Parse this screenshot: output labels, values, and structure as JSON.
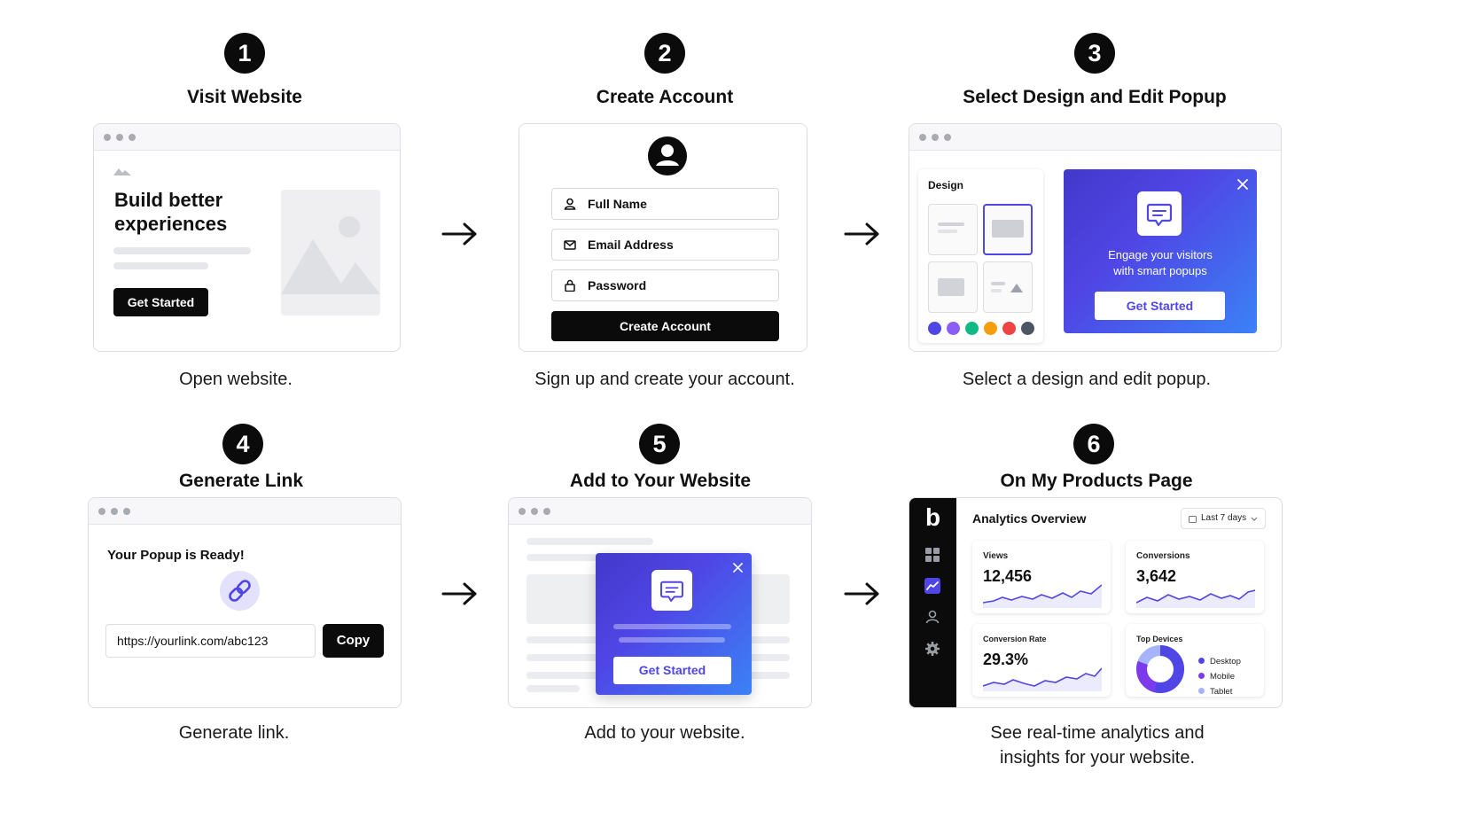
{
  "steps": [
    {
      "number": "1",
      "title": "Visit Website",
      "caption": "Open website."
    },
    {
      "number": "2",
      "title": "Create Account",
      "caption": "Sign up and create your account."
    },
    {
      "number": "3",
      "title": "Select Design and Edit Popup",
      "caption": "Select a design and edit popup."
    },
    {
      "number": "4",
      "title": "Generate Link",
      "caption": "Generate link."
    },
    {
      "number": "5",
      "title": "Add to Your Website",
      "caption": "Add to your website."
    },
    {
      "number": "6",
      "title": "On My Products Page",
      "caption_line1": "See real-time analytics and",
      "caption_line2": "insights for your website."
    }
  ],
  "visit": {
    "headline_line1": "Build better",
    "headline_line2": "experiences",
    "button": "Get Started"
  },
  "signup": {
    "full_name": "Full Name",
    "email": "Email Address",
    "password": "Password",
    "submit": "Create Account"
  },
  "design": {
    "panel_label": "Design",
    "swatches": [
      "#4f46e5",
      "#8b5cf6",
      "#10b981",
      "#f59e0b",
      "#ef4444",
      "#4b5563"
    ],
    "popup_text_line1": "Engage your visitors",
    "popup_text_line2": "with smart popups",
    "popup_button": "Get Started"
  },
  "link": {
    "heading": "Your Popup is Ready!",
    "url": "https://yourlink.com/abc123",
    "copy": "Copy"
  },
  "embed": {
    "popup_button": "Get Started"
  },
  "analytics": {
    "logo": "b",
    "title": "Analytics Overview",
    "range": "Last 7 days",
    "views_label": "Views",
    "views_value": "12,456",
    "conversions_label": "Conversions",
    "conversions_value": "3,642",
    "rate_label": "Conversion Rate",
    "rate_value": "29.3%",
    "devices_label": "Top Devices",
    "devices": [
      "Desktop",
      "Mobile",
      "Tablet"
    ]
  },
  "icons": [
    "user-icon",
    "mail-icon",
    "lock-icon",
    "message-icon",
    "close-icon",
    "link-icon",
    "grid-icon",
    "chart-icon",
    "person-icon",
    "gear-icon",
    "calendar-icon",
    "chevron-down-icon",
    "image-icon",
    "arrow-right-icon"
  ]
}
